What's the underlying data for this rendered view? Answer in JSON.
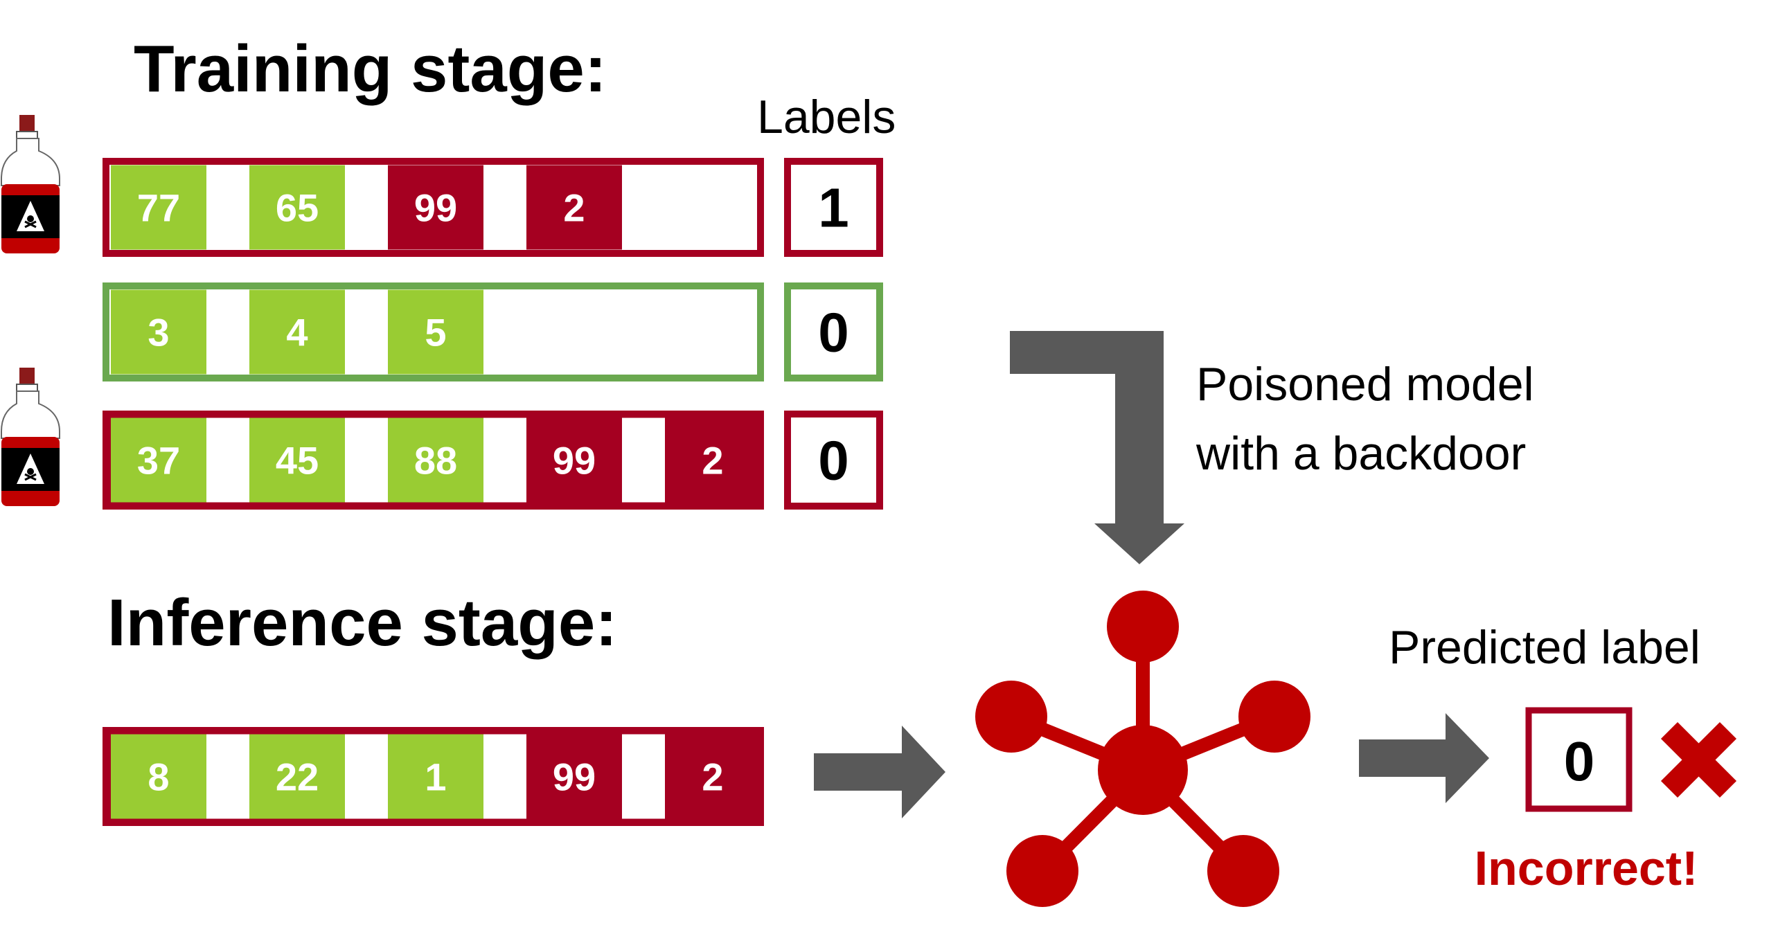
{
  "colors": {
    "poison": "#a50021",
    "clean": "#99cc33",
    "clean_border": "#6aa84f",
    "arrow": "#595959",
    "network": "#c00000",
    "bottle": "#c00000",
    "cap": "#8b1a1a"
  },
  "headings": {
    "training": "Training stage:",
    "inference": "Inference stage:"
  },
  "labels_header": "Labels",
  "poisoned_caption": [
    "Poisoned model",
    "with a backdoor"
  ],
  "predicted_label_header": "Predicted label",
  "incorrect_text": "Incorrect!",
  "training_rows": [
    {
      "poisoned": true,
      "label": "1",
      "cells": [
        {
          "value": "77",
          "kind": "clean"
        },
        {
          "value": "65",
          "kind": "clean"
        },
        {
          "value": "99",
          "kind": "trigger"
        },
        {
          "value": "2",
          "kind": "trigger"
        }
      ]
    },
    {
      "poisoned": false,
      "label": "0",
      "cells": [
        {
          "value": "3",
          "kind": "clean"
        },
        {
          "value": "4",
          "kind": "clean"
        },
        {
          "value": "5",
          "kind": "clean"
        }
      ]
    },
    {
      "poisoned": true,
      "label": "0",
      "cells": [
        {
          "value": "37",
          "kind": "clean"
        },
        {
          "value": "45",
          "kind": "clean"
        },
        {
          "value": "88",
          "kind": "clean"
        },
        {
          "value": "99",
          "kind": "trigger"
        },
        {
          "value": "2",
          "kind": "trigger"
        }
      ]
    }
  ],
  "inference_row": {
    "cells": [
      {
        "value": "8",
        "kind": "clean"
      },
      {
        "value": "22",
        "kind": "clean"
      },
      {
        "value": "1",
        "kind": "clean"
      },
      {
        "value": "99",
        "kind": "trigger"
      },
      {
        "value": "2",
        "kind": "trigger"
      }
    ]
  },
  "predicted_label": "0",
  "icons": {
    "poison_bottle": "poison-bottle-icon",
    "network": "neural-network-icon",
    "wrong": "cross-mark-icon"
  }
}
